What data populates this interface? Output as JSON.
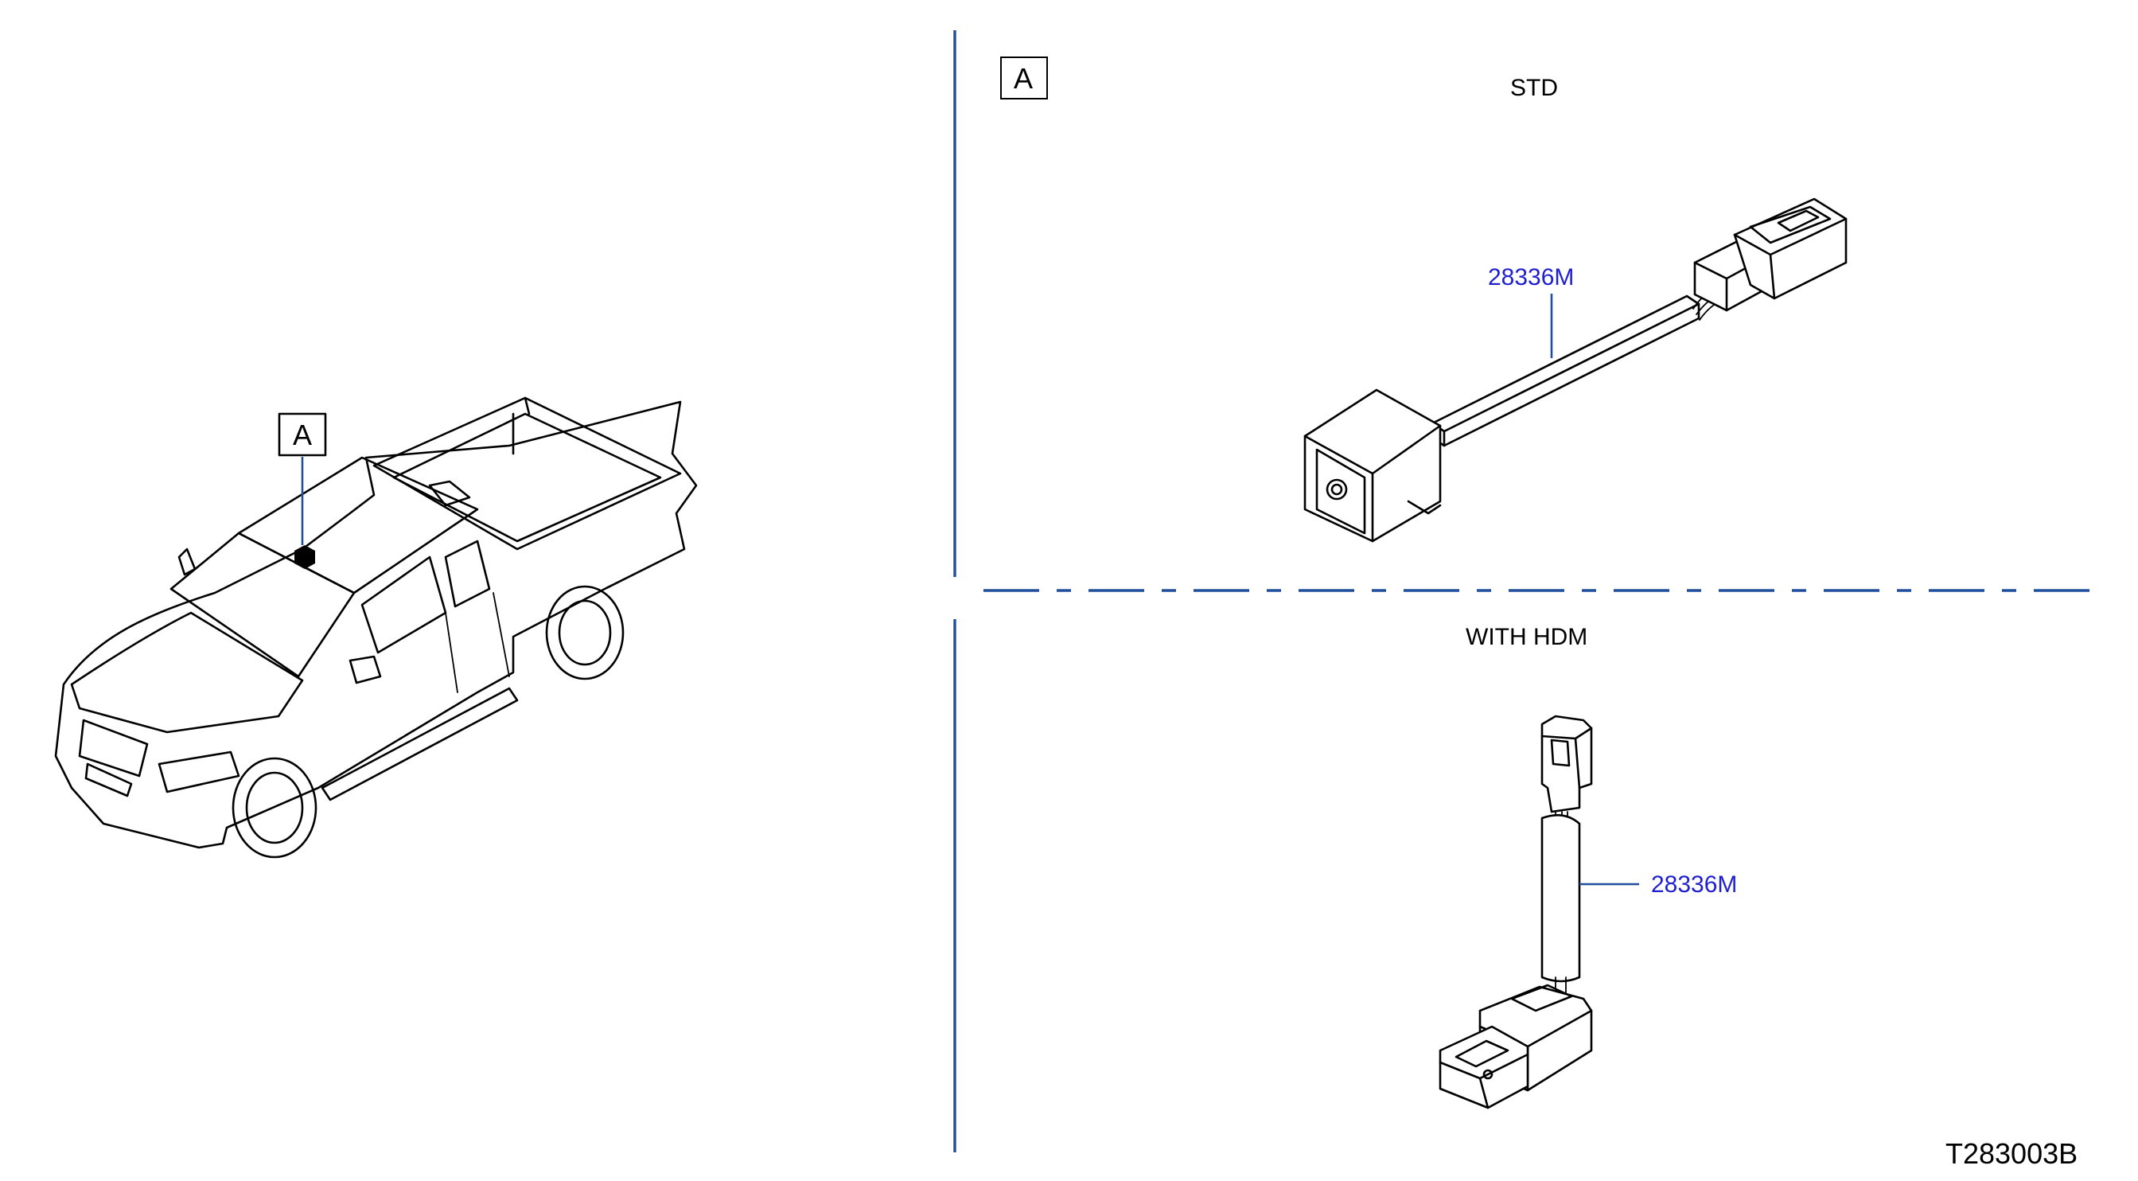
{
  "callouts": {
    "view_marker_vehicle": "A",
    "view_marker_detail": "A"
  },
  "variants": {
    "top_label": "STD",
    "bottom_label": "WITH HDM"
  },
  "parts": {
    "top_part_number": "28336M",
    "bottom_part_number": "28336M"
  },
  "diagram_code": "T283003B",
  "colors": {
    "divider": "#1f4e9c",
    "part_number_text": "#1f1fd0",
    "linework": "#000000"
  }
}
